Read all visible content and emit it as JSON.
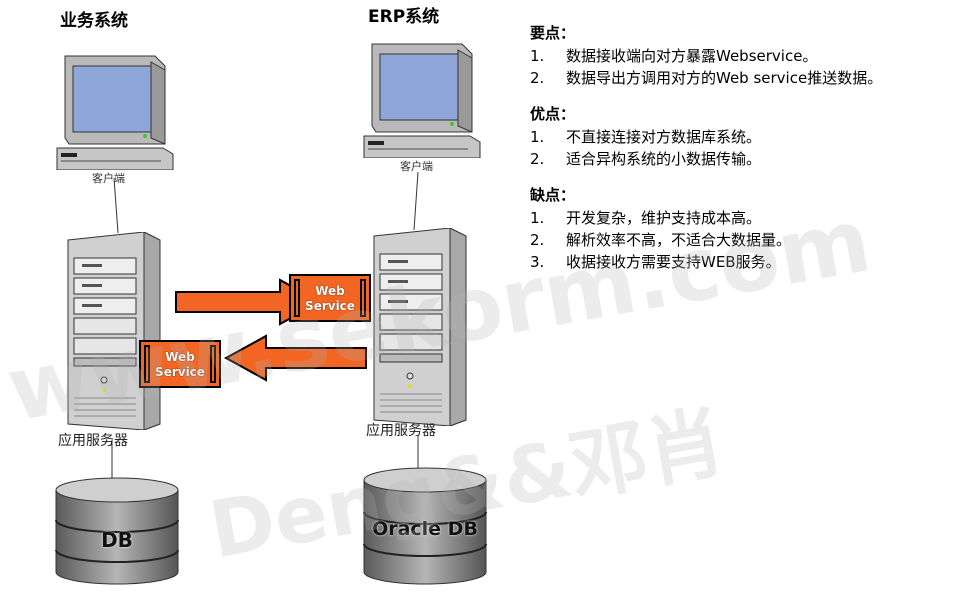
{
  "left_system": {
    "title": "业务系统",
    "client_label": "客户端",
    "server_label": "应用服务器",
    "db_label": "DB"
  },
  "right_system": {
    "title": "ERP系统",
    "client_label": "客户端",
    "server_label": "应用服务器",
    "db_label": "Oracle DB"
  },
  "web_service_top": {
    "line1": "Web",
    "line2": "Service"
  },
  "web_service_bottom": {
    "line1": "Web",
    "line2": "Service"
  },
  "key_points": {
    "heading": "要点：",
    "items": [
      {
        "num": "1.",
        "text": "数据接收端向对方暴露Webservice。"
      },
      {
        "num": "2.",
        "text": "数据导出方调用对方的Web service推送数据。"
      }
    ]
  },
  "advantages": {
    "heading": "优点：",
    "items": [
      {
        "num": "1.",
        "text": "不直接连接对方数据库系统。"
      },
      {
        "num": "2.",
        "text": "适合异构系统的小数据传输。"
      }
    ]
  },
  "disadvantages": {
    "heading": "缺点：",
    "items": [
      {
        "num": "1.",
        "text": "开发复杂，维护支持成本高。"
      },
      {
        "num": "2.",
        "text": "解析效率不高，不适合大数据量。"
      },
      {
        "num": "3.",
        "text": "收据接收方需要支持WEB服务。"
      }
    ]
  },
  "watermark": {
    "line1": "www.sekorm.com",
    "line2": "Deng&&邓肖"
  },
  "colors": {
    "accent": "#f26522",
    "arrow_fill": "#f26522",
    "monitor_screen": "#8ea6d8",
    "server_body": "#c8c8c8"
  }
}
